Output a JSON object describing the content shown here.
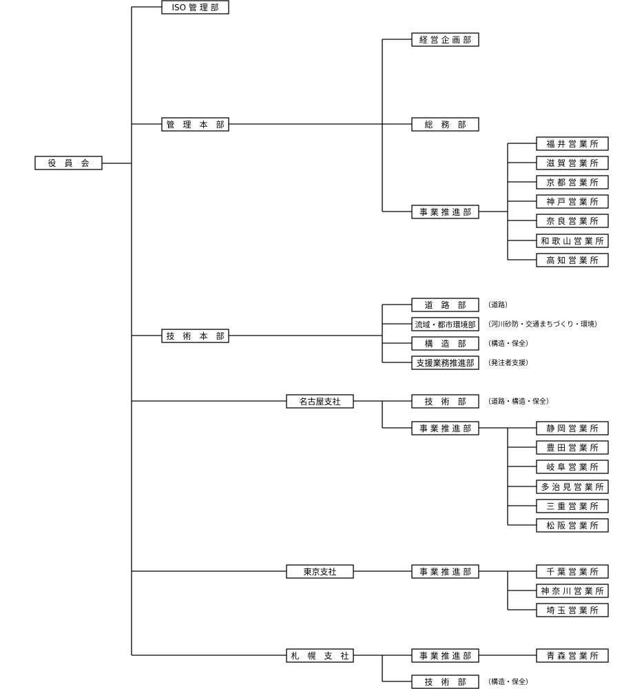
{
  "org": {
    "board": "役　員　会",
    "iso": "ISO 管 理 部",
    "admin": {
      "label": "管　理　本　部",
      "planning": "経 営 企 画 部",
      "general": "総　務　部",
      "promo": "事 業 推 進 部",
      "offices": [
        "福 井 営 業 所",
        "滋 賀 営 業 所",
        "京 都 営 業 所",
        "神 戸 営 業 所",
        "奈 良 営 業 所",
        "和 歌 山 営 業 所",
        "高 知 営 業 所"
      ]
    },
    "tech": {
      "label": "技　術　本　部",
      "depts": [
        {
          "label": "道　路　部",
          "note": "（道路）"
        },
        {
          "label": "流域・都市環境部",
          "note": "（河川砂防・交通まちづくり・環境）"
        },
        {
          "label": "構　造　部",
          "note": "（構造・保全）"
        },
        {
          "label": "支援業務推進部",
          "note": "（発注者支援）"
        }
      ]
    },
    "nagoya": {
      "label": "名古屋支社",
      "tech": {
        "label": "技　術　部",
        "note": "（道路・構造・保全）"
      },
      "promo": "事 業 推 進 部",
      "offices": [
        "静 岡 営 業 所",
        "豊 田 営 業 所",
        "岐 阜 営 業 所",
        "多 治 見 営 業 所",
        "三 重 営 業 所",
        "松 阪 営 業 所"
      ]
    },
    "tokyo": {
      "label": "東京支社",
      "promo": "事 業 推 進 部",
      "offices": [
        "千 葉 営 業 所",
        "神 奈 川 営 業 所",
        "埼 玉 営 業 所"
      ]
    },
    "sapporo": {
      "label": "札　幌　支　社",
      "promo": "事 業 推 進 部",
      "offices": [
        "青 森 営 業 所"
      ],
      "tech": {
        "label": "技　術　部",
        "note": "（構造・保全）"
      }
    }
  }
}
